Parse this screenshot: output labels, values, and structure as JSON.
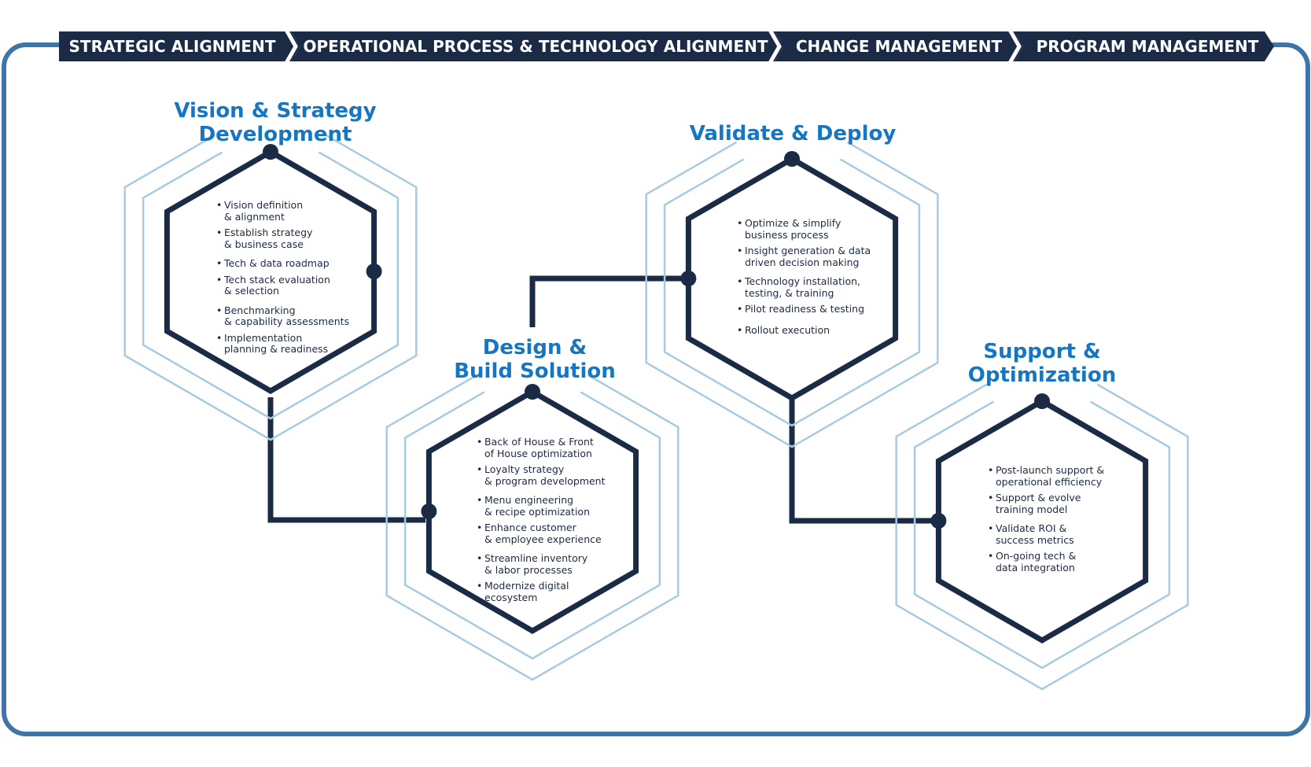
{
  "header_bands": [
    "STRATEGIC ALIGNMENT",
    "OPERATIONAL PROCESS & TECHNOLOGY ALIGNMENT",
    "CHANGE MANAGEMENT",
    "PROGRAM MANAGEMENT"
  ],
  "phases": [
    {
      "title": "Vision & Strategy\nDevelopment",
      "items": [
        "Vision definition\n& alignment",
        "Establish strategy\n& business case",
        "Tech & data roadmap",
        "Tech stack evaluation\n& selection",
        "Benchmarking\n& capability assessments",
        "Implementation\nplanning & readiness"
      ]
    },
    {
      "title": "Design &\nBuild Solution",
      "items": [
        "Back of House & Front\nof House optimization",
        "Loyalty strategy\n& program development",
        "Menu engineering\n& recipe optimization",
        "Enhance customer\n& employee experience",
        "Streamline inventory\n& labor processes",
        "Modernize digital\necosystem"
      ]
    },
    {
      "title": "Validate & Deploy",
      "items": [
        "Optimize & simplify\nbusiness process",
        "Insight generation & data\ndriven decision making",
        "Technology installation,\ntesting, & training",
        "Pilot readiness & testing",
        "Rollout execution"
      ]
    },
    {
      "title": "Support &\nOptimization",
      "items": [
        "Post-launch support &\noperational efficiency",
        "Support & evolve\ntraining model",
        "Validate ROI &\nsuccess metrics",
        "On-going tech &\ndata integration"
      ]
    }
  ],
  "colors": {
    "navy": "#1b2a45",
    "title_blue": "#1676c1",
    "frame_blue": "#3f74a8",
    "light_blue": "#a9cbe0"
  }
}
